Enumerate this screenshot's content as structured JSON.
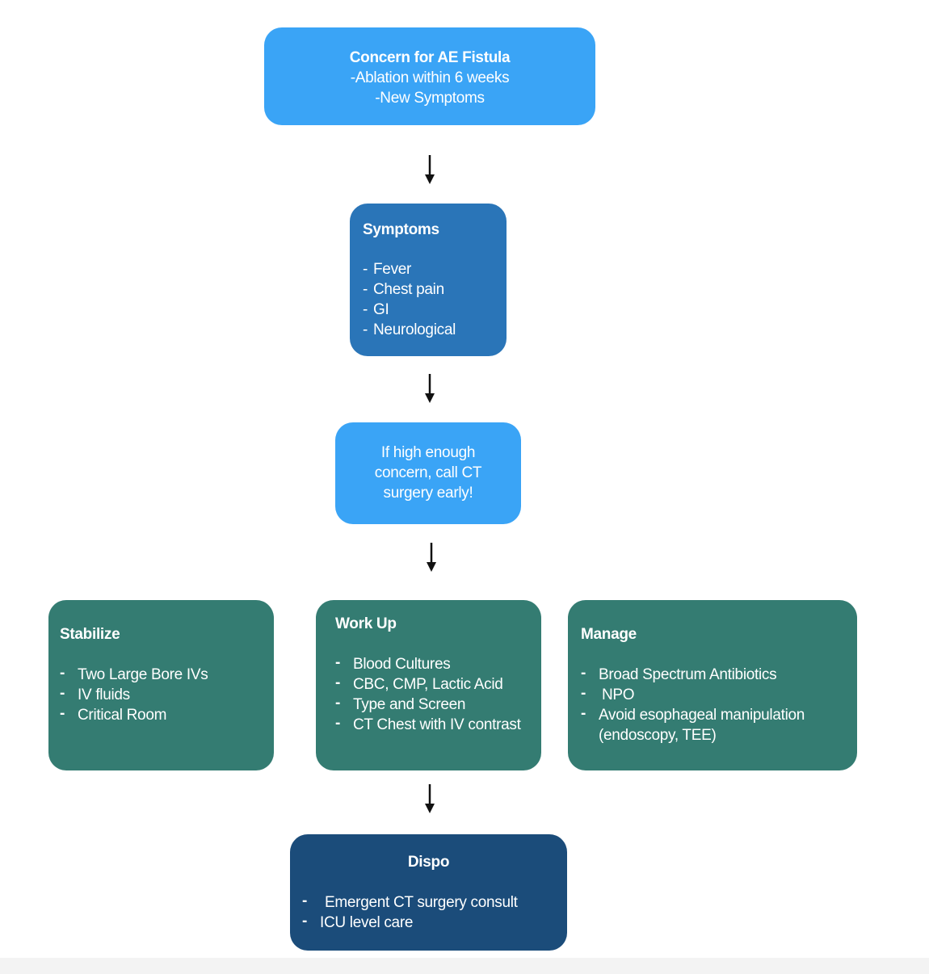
{
  "concern": {
    "title": "Concern for AE Fistula",
    "lines": [
      "-Ablation within 6 weeks",
      "-New Symptoms"
    ]
  },
  "symptoms": {
    "title": "Symptoms",
    "items": [
      "Fever",
      "Chest pain",
      "GI",
      "Neurological"
    ]
  },
  "call_ct": {
    "lines": [
      "If high enough",
      "concern, call CT",
      "surgery early!"
    ]
  },
  "stabilize": {
    "title": "Stabilize",
    "items": [
      "Two Large Bore IVs",
      "IV fluids",
      "Critical Room"
    ]
  },
  "work_up": {
    "title": "Work Up",
    "items": [
      "Blood Cultures",
      "CBC, CMP, Lactic Acid",
      "Type and Screen",
      "CT Chest with IV contrast"
    ]
  },
  "manage": {
    "title": "Manage",
    "items": [
      "Broad Spectrum Antibiotics",
      "NPO",
      "Avoid esophageal manipulation  (endoscopy, TEE)"
    ]
  },
  "dispo": {
    "title": "Dispo",
    "items": [
      "Emergent CT surgery consult",
      "ICU level care"
    ]
  },
  "colors": {
    "light_blue": "#3aa4f6",
    "mid_blue": "#2a75b8",
    "teal": "#347c72",
    "navy": "#1b4c7a",
    "arrow": "#111111"
  }
}
